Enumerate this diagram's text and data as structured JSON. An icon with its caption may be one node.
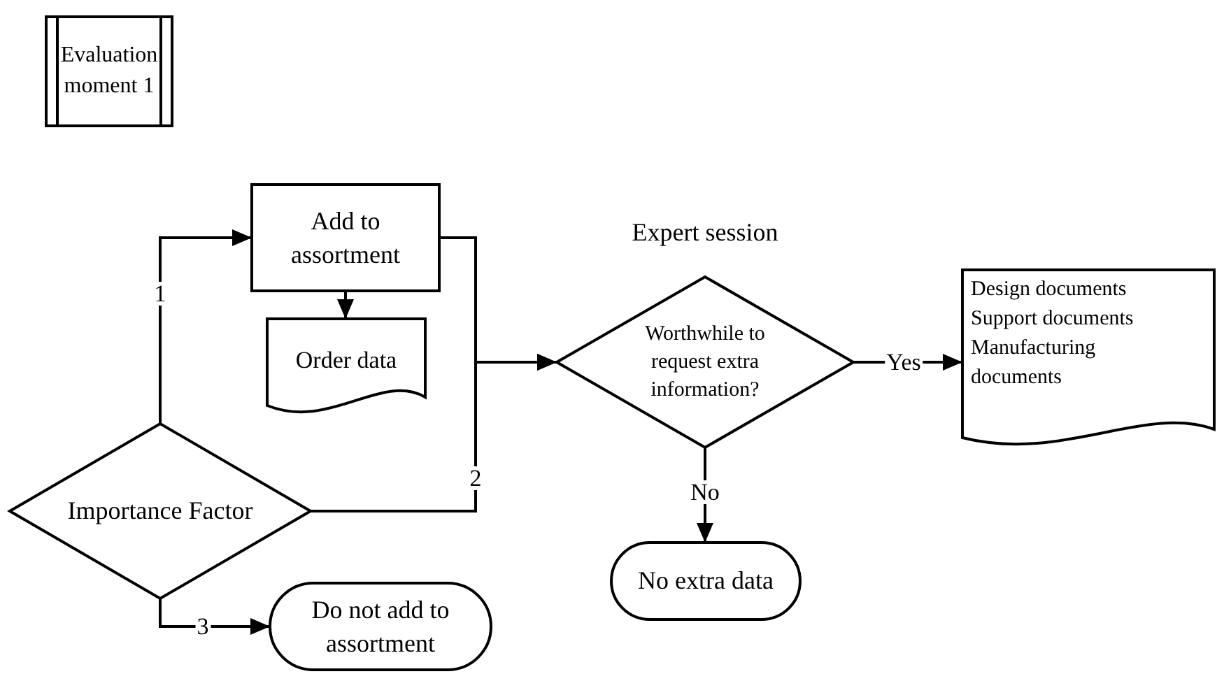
{
  "diagram": {
    "nodes": [
      {
        "text": [
          "Evaluation moment 1"
        ]
      },
      {
        "text": [
          "Add to assortment"
        ]
      },
      {
        "text": [
          "Order data"
        ]
      },
      {
        "text": [
          "Expert session",
          "Worthwhile to request extra information?"
        ]
      },
      {
        "text": [
          "Design documents",
          "Support documents",
          "Manufacturing documents"
        ]
      },
      {
        "text": [
          "Importance Factor"
        ]
      },
      {
        "text": [
          "Do not add to assortment"
        ]
      },
      {
        "text": [
          "No extra data"
        ]
      }
    ],
    "edges": [
      {
        "from": 5,
        "to": 1,
        "arrow": "to",
        "label": "1"
      },
      {
        "from": 1,
        "to": 2,
        "arrow": "to"
      },
      {
        "from": 1,
        "to": 3,
        "arrow": "to"
      },
      {
        "from": 5,
        "to": 3,
        "arrow": "to",
        "label": "2"
      },
      {
        "from": 5,
        "to": 6,
        "arrow": "to",
        "label": "3"
      },
      {
        "from": 3,
        "to": 4,
        "arrow": "to",
        "label": "Yes"
      },
      {
        "from": 3,
        "to": 7,
        "arrow": "to",
        "label": "No"
      }
    ]
  }
}
